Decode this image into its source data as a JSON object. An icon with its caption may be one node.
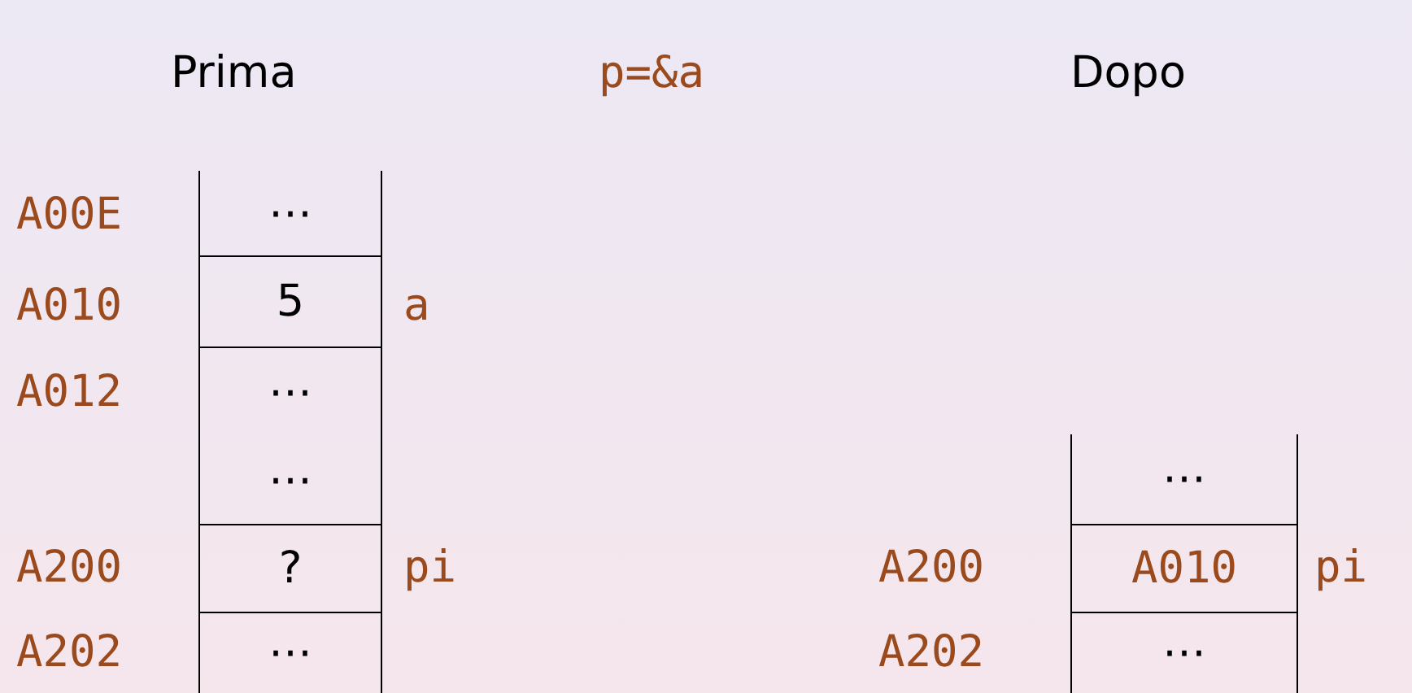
{
  "diagram": {
    "nodes": [
      {
        "text": [
          "⋯"
        ]
      },
      {
        "text": [
          "5"
        ]
      },
      {
        "text": [
          "⋯"
        ]
      },
      {
        "text": [
          "⋯"
        ]
      },
      {
        "text": [
          "?"
        ]
      },
      {
        "text": [
          "⋯"
        ]
      },
      {
        "text": [
          "⋯"
        ]
      },
      {
        "text": [
          "A010"
        ]
      },
      {
        "text": [
          "⋯"
        ]
      }
    ],
    "edges": [],
    "labels": [
      "Prima",
      "p=&a",
      "Dopo",
      "A00E",
      "A010",
      "a",
      "A012",
      "A200",
      "pi",
      "A200",
      "pi",
      "A202",
      "A202"
    ]
  }
}
